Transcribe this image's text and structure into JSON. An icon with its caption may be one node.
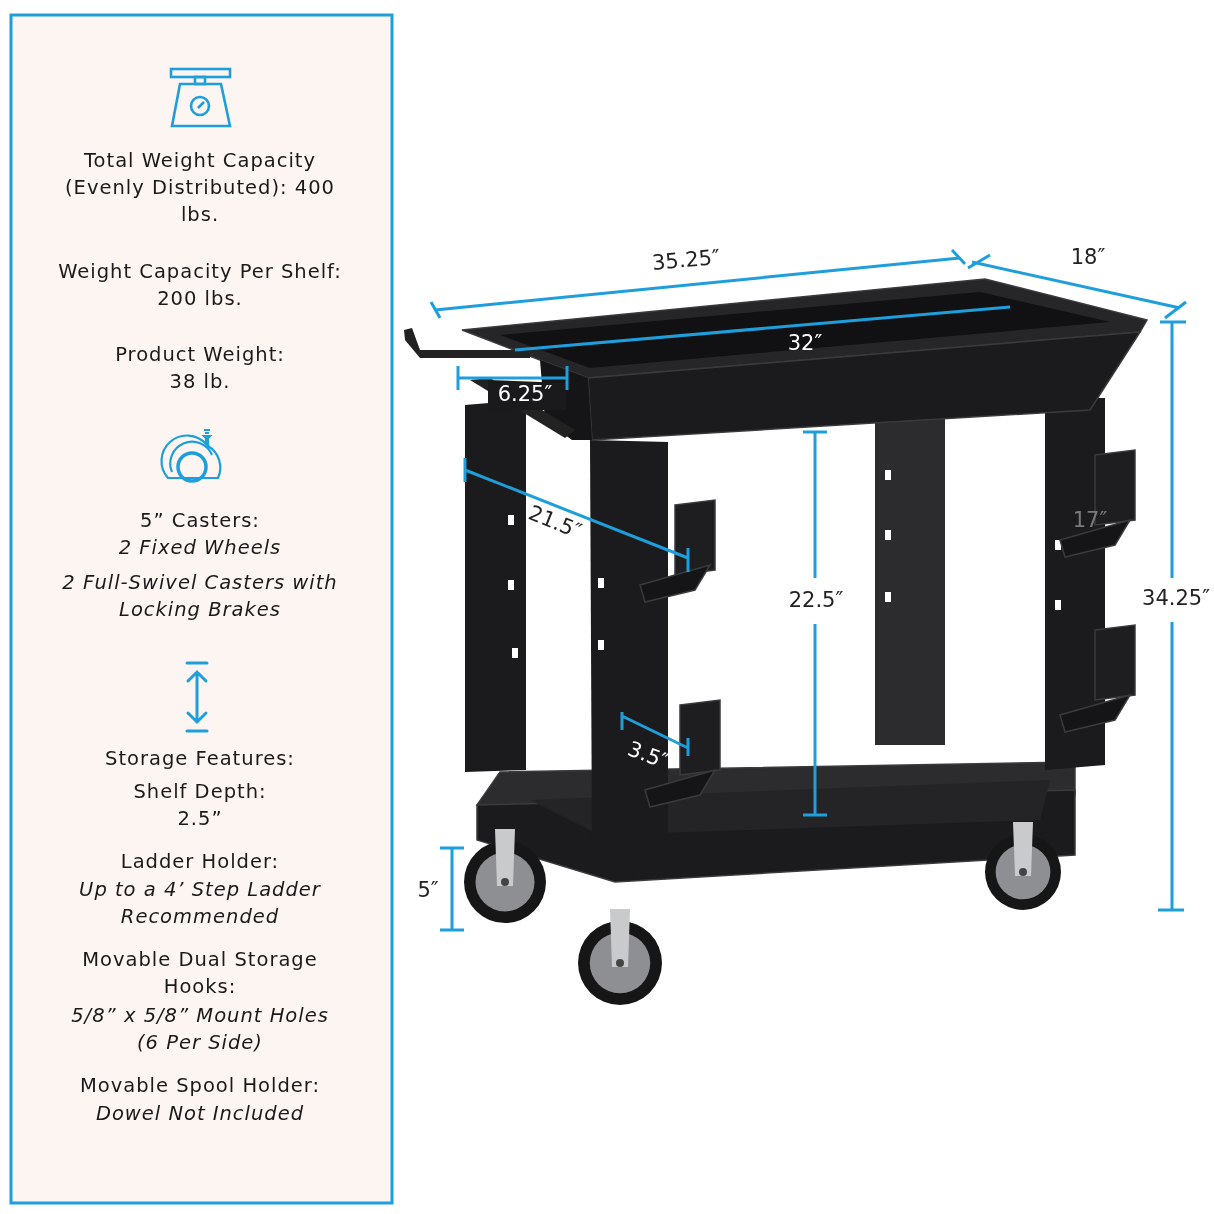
{
  "diagram": {
    "labels": [
      "Total Weight Capacity (Evenly Distributed): 400 lbs.",
      "Weight Capacity Per Shelf: 200 lbs.",
      "Product Weight: 38 lb.",
      "5” Casters:",
      "2 Fixed Wheels",
      "2 Full-Swivel Casters with Locking Brakes",
      "Storage Features:",
      "Shelf Depth: 2.5”",
      "Ladder Holder:",
      "Up to a 4’ Step Ladder Recommended",
      "Movable Dual Storage Hooks:",
      "5/8” x 5/8” Mount Holes (6 Per Side)",
      "Movable Spool Holder:",
      "Dowel Not Included",
      "35.25″",
      "18″",
      "32″",
      "6.25″",
      "21.5″",
      "17″",
      "22.5″",
      "34.25″",
      "3.5″",
      "5″"
    ]
  }
}
